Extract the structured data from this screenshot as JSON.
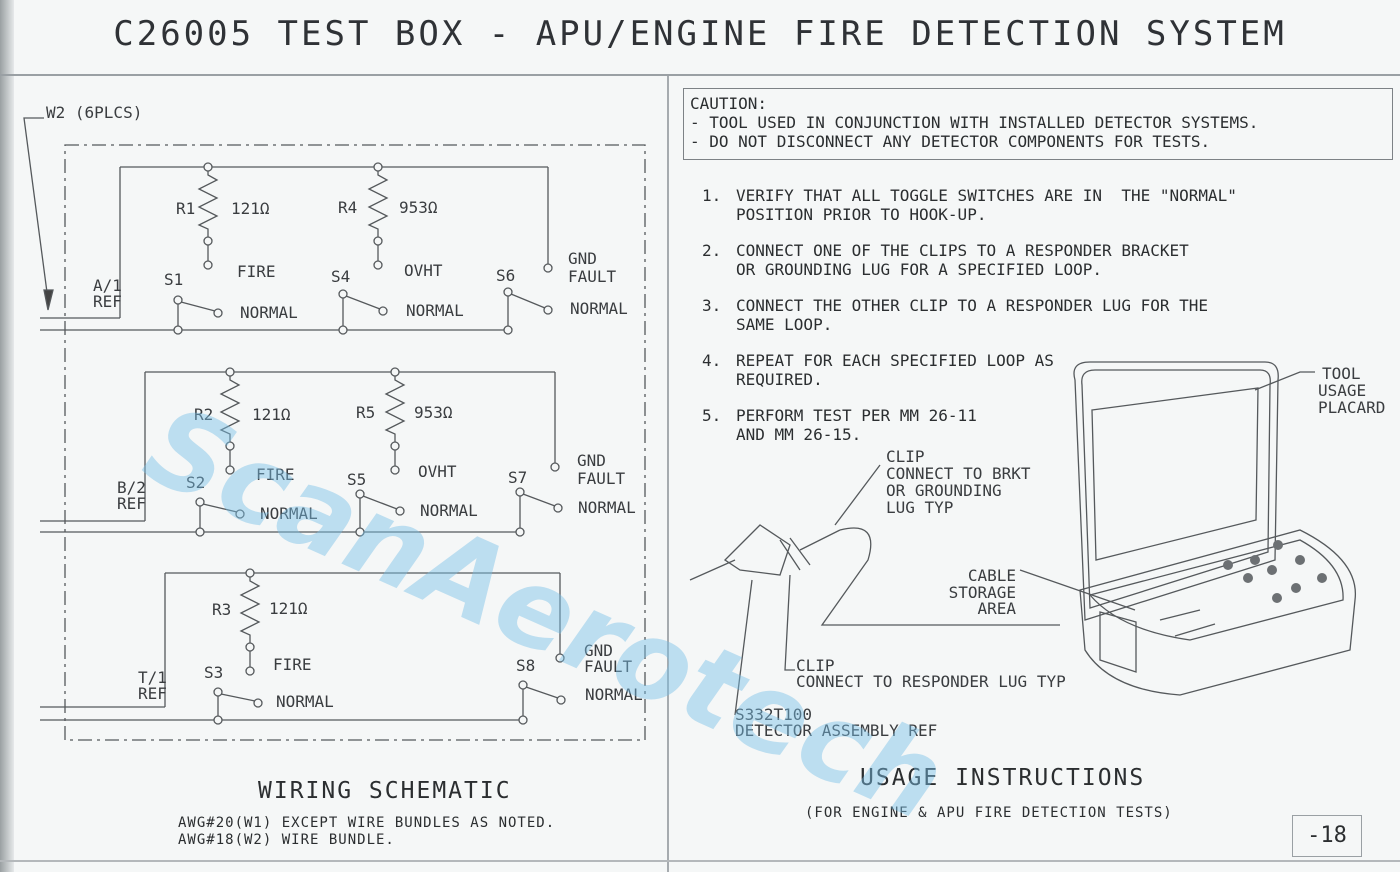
{
  "title": "C26005 TEST BOX - APU/ENGINE FIRE DETECTION SYSTEM",
  "watermark": "ScanAerotech",
  "schematic": {
    "bundle_label": "W2 (6PLCS)",
    "heading": "WIRING SCHEMATIC",
    "notes": [
      "AWG#20(W1) EXCEPT WIRE BUNDLES AS NOTED.",
      "AWG#18(W2) WIRE BUNDLE."
    ],
    "loops": [
      {
        "ref": [
          "A/1",
          "REF"
        ],
        "resistors": [
          {
            "id": "R1",
            "value": "121Ω",
            "state": "FIRE"
          },
          {
            "id": "R4",
            "value": "953Ω",
            "state": "OVHT"
          }
        ],
        "switches": [
          "S1",
          "S4",
          "S6"
        ],
        "normal": "NORMAL",
        "gnd": [
          "GND",
          "FAULT"
        ]
      },
      {
        "ref": [
          "B/2",
          "REF"
        ],
        "resistors": [
          {
            "id": "R2",
            "value": "121Ω",
            "state": "FIRE"
          },
          {
            "id": "R5",
            "value": "953Ω",
            "state": "OVHT"
          }
        ],
        "switches": [
          "S2",
          "S5",
          "S7"
        ],
        "normal": "NORMAL",
        "gnd": [
          "GND",
          "FAULT"
        ]
      },
      {
        "ref": [
          "T/1",
          "REF"
        ],
        "resistors": [
          {
            "id": "R3",
            "value": "121Ω",
            "state": "FIRE"
          }
        ],
        "switches": [
          "S3",
          "S8"
        ],
        "normal": "NORMAL",
        "gnd": [
          "GND",
          "FAULT"
        ]
      }
    ]
  },
  "caution": {
    "label": "CAUTION:",
    "lines": [
      "- TOOL USED IN CONJUNCTION WITH INSTALLED DETECTOR SYSTEMS.",
      "- DO NOT DISCONNECT ANY DETECTOR COMPONENTS FOR TESTS."
    ]
  },
  "steps": [
    {
      "n": "1.",
      "text": "VERIFY THAT ALL TOGGLE SWITCHES ARE IN  THE \"NORMAL\"\nPOSITION PRIOR TO HOOK-UP."
    },
    {
      "n": "2.",
      "text": "CONNECT ONE OF THE CLIPS TO A RESPONDER BRACKET\nOR GROUNDING LUG FOR A SPECIFIED LOOP."
    },
    {
      "n": "3.",
      "text": "CONNECT THE OTHER CLIP TO A RESPONDER LUG FOR THE\nSAME LOOP."
    },
    {
      "n": "4.",
      "text": "REPEAT FOR EACH SPECIFIED LOOP AS\nREQUIRED."
    },
    {
      "n": "5.",
      "text": "PERFORM TEST PER MM 26-11\nAND MM 26-15."
    }
  ],
  "illustration": {
    "tool_placard": [
      "TOOL",
      "USAGE",
      "PLACARD"
    ],
    "clip_brkt": [
      "CLIP",
      "CONNECT TO BRKT",
      "OR GROUNDING",
      "LUG TYP"
    ],
    "cable_storage": [
      "CABLE",
      "STORAGE",
      "AREA"
    ],
    "clip_lug": [
      "CLIP",
      "CONNECT TO RESPONDER LUG TYP"
    ],
    "detector": [
      "S332T100",
      "DETECTOR ASSEMBLY REF"
    ]
  },
  "usage": {
    "heading": "USAGE INSTRUCTIONS",
    "subheading": "(FOR ENGINE & APU FIRE DETECTION TESTS)"
  },
  "page_number": "-18"
}
